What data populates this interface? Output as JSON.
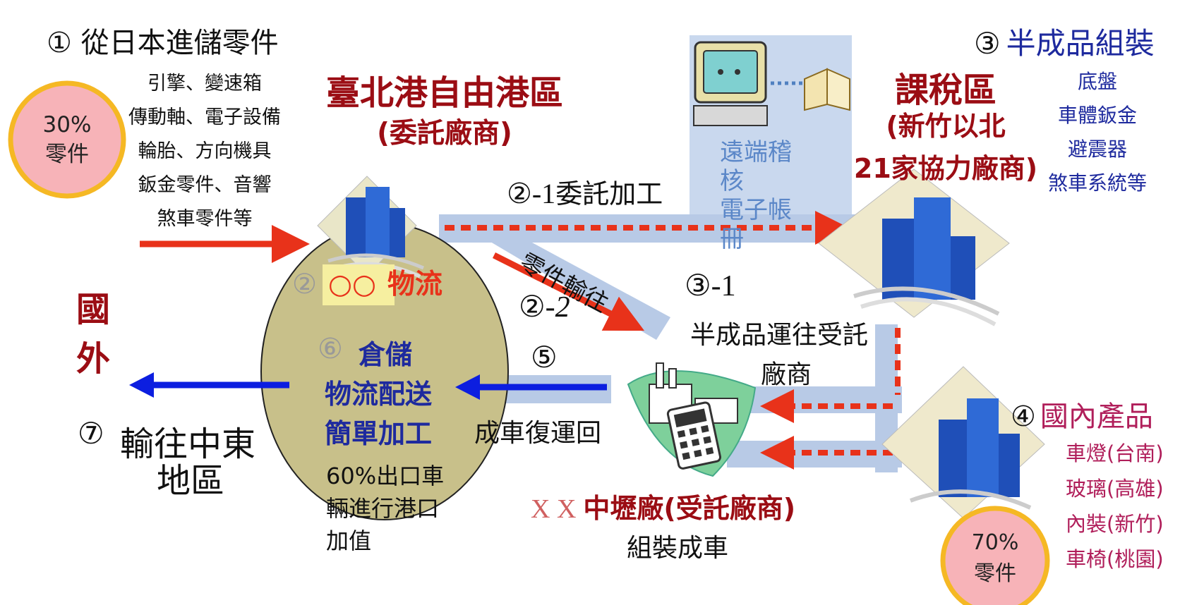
{
  "colors": {
    "dark_red": "#9b0d14",
    "red": "#e8321a",
    "navy": "#1e2a9e",
    "blue_arrow": "#0c1ee0",
    "pink_text": "#b01e5a",
    "band_blue": "#b8cae6",
    "oval_fill": "#c8c08a",
    "badge_fill": "#f7b3b8",
    "badge_ring": "#f5b824",
    "highlight": "#f6efa0"
  },
  "step1": {
    "title": "① 從日本進儲零件",
    "parts": [
      "引擎、變速箱",
      "傳動軸、電子設備",
      "輪胎、方向機具",
      "鈑金零件、音響",
      "煞車零件等"
    ]
  },
  "badge_left": {
    "percent": "30%",
    "label": "零件"
  },
  "badge_right": {
    "percent": "70%",
    "label": "零件"
  },
  "port": {
    "title": "臺北港自由港區",
    "subtitle": "(委託廠商)",
    "logistics_num": "②",
    "logistics_name": "○○",
    "logistics_suffix": "物流",
    "step6_num": "⑥",
    "services": [
      "倉儲",
      "物流配送",
      "簡單加工"
    ],
    "export_note": [
      "60%出口車",
      "輛進行港口",
      "加值"
    ]
  },
  "abroad": {
    "line1": "國",
    "line2": "外"
  },
  "step7": {
    "num": "⑦",
    "line1": "輸往中東",
    "line2": "地區"
  },
  "step2_1": {
    "num": "②",
    "suffix": "-1",
    "label": "委託加工"
  },
  "step2_2": {
    "num": "②",
    "suffix": "-2",
    "label": "零件輸往"
  },
  "audit": {
    "lines": [
      "遠端稽",
      "核",
      "電子帳",
      "冊"
    ]
  },
  "bonded": {
    "title": "課稅區",
    "sub1": "(新竹以北",
    "sub2": "21家協力廠商)"
  },
  "step3": {
    "num": "③",
    "title": "半成品組裝",
    "items": [
      "底盤",
      "車體鈑金",
      "避震器",
      "煞車系統等"
    ]
  },
  "step3_1": {
    "num": "③",
    "suffix": "-1",
    "line1": "半成品運往受託",
    "line2": "廠商"
  },
  "step5": {
    "num": "⑤",
    "label": "成車復運回"
  },
  "factory": {
    "prefix": "X X",
    "name": "中壢廠(受託廠商)",
    "sub": "組裝成車"
  },
  "step4": {
    "num": "④",
    "title": "國內產品",
    "items": [
      "車燈(台南)",
      "玻璃(高雄)",
      "內裝(新竹)",
      "車椅(桃園)"
    ]
  }
}
